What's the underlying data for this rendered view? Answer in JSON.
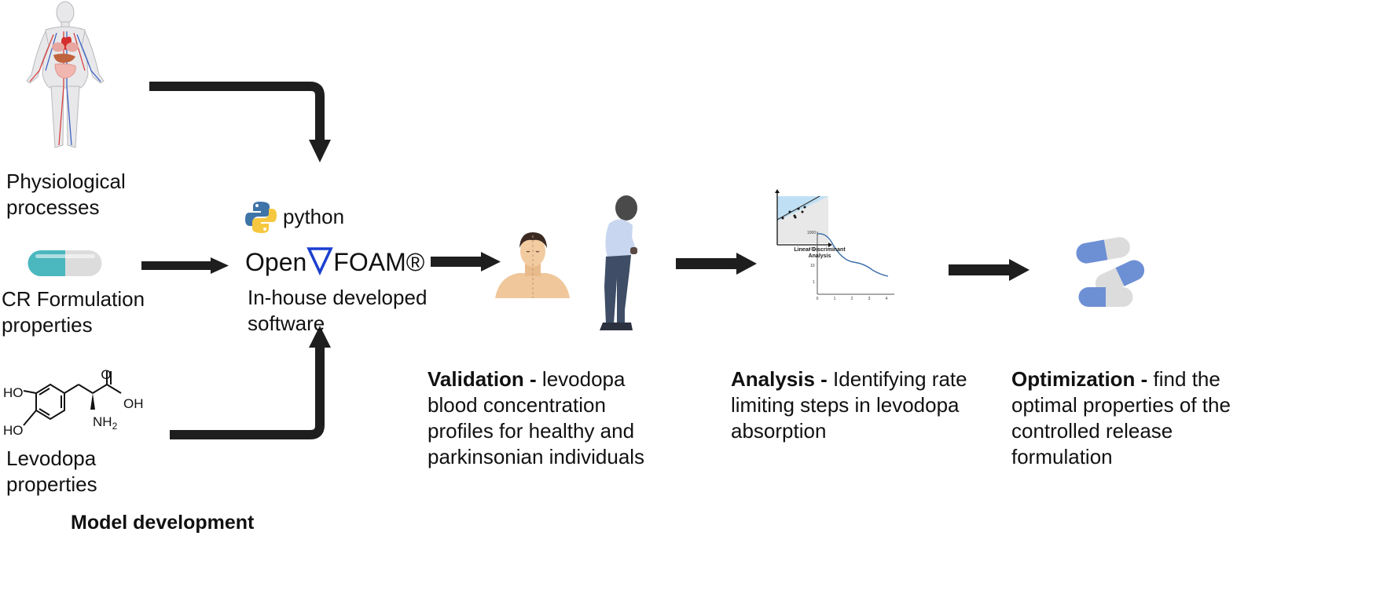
{
  "inputs": {
    "physiological": "Physiological\nprocesses",
    "formulation": "CR Formulation\nproperties",
    "levodopa": "Levodopa\nproperties"
  },
  "molecule": {
    "ho_top": "HO",
    "ho_bottom": "HO",
    "oh": "OH",
    "o": "O",
    "nh2": "NH",
    "nh2_sub": "2"
  },
  "model": {
    "python_label": "python",
    "openfoam_open": "Open",
    "openfoam_foam": "FOAM®",
    "software": "In-house developed\nsoftware",
    "section_title": "Model development"
  },
  "validation": {
    "title": "Validation -",
    "text": " levodopa\nblood concentration\nprofiles for healthy and\nparkinsonian individuals"
  },
  "analysis": {
    "title": "Analysis -",
    "text": " Identifying rate\nlimiting steps in levodopa\nabsorption",
    "chart_text": "Linear Discriminant\nAnalysis",
    "tick_1000": "1000",
    "tick_100": "100",
    "tick_10": "10",
    "tick_1": "1",
    "x_ticks": [
      "0",
      "1",
      "2",
      "3",
      "4"
    ]
  },
  "optimization": {
    "title": "Optimization -",
    "text": " find the\noptimal properties of the\ncontrolled release\nformulation"
  },
  "colors": {
    "arrow": "#1e1e1e",
    "openfoam_blue": "#1b3fd0",
    "capsule_teal": "#4bb7bf",
    "capsule_blue": "#6d8fd4"
  }
}
